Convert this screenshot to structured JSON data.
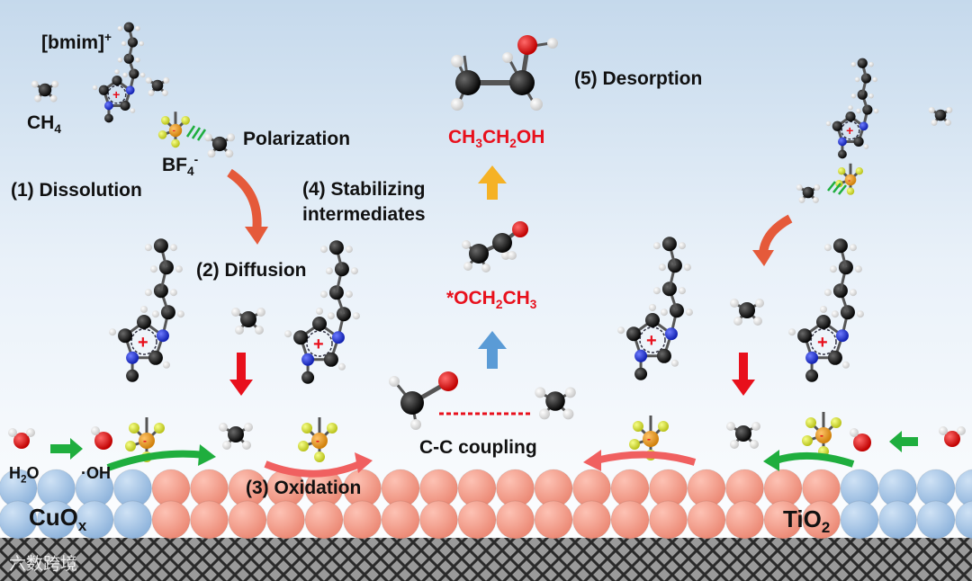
{
  "labels": {
    "bmim": "[bmim]",
    "bmim_charge": "+",
    "ch4_main": "CH",
    "ch4_sub": "4",
    "bf4_main": "BF",
    "bf4_sub": "4",
    "bf4_charge": "-",
    "polarization": "Polarization",
    "dissolution": "(1) Dissolution",
    "diffusion": "(2) Diffusion",
    "oxidation": "(3) Oxidation",
    "stabilizing_1": "(4) Stabilizing",
    "stabilizing_2": "intermediates",
    "desorption": "(5) Desorption",
    "ethanol_a": "CH",
    "ethanol_s1": "3",
    "ethanol_b": "CH",
    "ethanol_s2": "2",
    "ethanol_c": "OH",
    "intermediate_a": "*OCH",
    "intermediate_s1": "2",
    "intermediate_b": "CH",
    "intermediate_s2": "3",
    "cc_coupling": "C-C coupling",
    "h2o_main": "H",
    "h2o_sub": "2",
    "h2o_end": "O",
    "oh_radical": "·OH",
    "cuox_main": "CuO",
    "cuox_sub": "x",
    "tio2_main": "TiO",
    "tio2_sub": "2",
    "watermark": "六数跨境"
  },
  "colors": {
    "sky_top": "#c8dcee",
    "sky_bottom": "#ffffff",
    "cuox_atom": "#a4c4e6",
    "tio2_atom": "#f4a090",
    "curved_arrow_orange": "#e55a3a",
    "arrow_red": "#e8101c",
    "arrow_green": "#1fae3e",
    "arrow_blue": "#5a9bd6",
    "arrow_yellow": "#f5b225",
    "label_red": "#e8101c"
  },
  "icons": {
    "molecule": "ball-and-stick-molecule-icon",
    "cation_ring": "imidazolium-ring-icon",
    "anion": "bf4-anion-icon",
    "water": "water-molecule-icon",
    "hydroxyl": "hydroxyl-radical-icon",
    "substrate": "crosshatch-substrate-icon"
  }
}
